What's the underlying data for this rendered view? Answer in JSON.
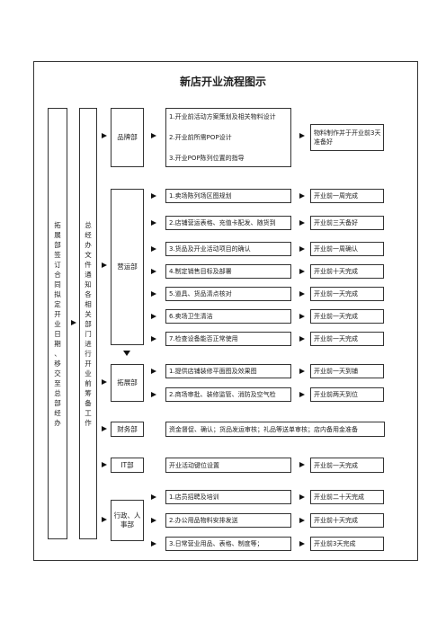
{
  "title": "新店开业流程图示",
  "left_col_1": "拓展部签订合同拟定开业日期、移交至总部经办",
  "left_col_2": "总经办文件通知各相关部门进行开业前筹备工作",
  "brand": {
    "dept": "品牌部",
    "tasks": [
      "1.开业前活动方案策划及相关物料设计",
      "2.开业前所需POP设计",
      "3.开业POP陈列位置的指导"
    ],
    "result": "物料制作并于开业前3天准备好"
  },
  "ops": {
    "dept": "营运部",
    "rows": [
      {
        "task": "1.卖场陈列场区图规划",
        "result": "开业前一周完成"
      },
      {
        "task": "2.店铺营运表格、充值卡配发、随货到",
        "result": "开业前三天备好"
      },
      {
        "task": "3.货品及开业活动项目的确认",
        "result": "开业前一周确认"
      },
      {
        "task": "4.制定销售目标及部署",
        "result": "开业前十天完成"
      },
      {
        "task": "5.道具、货品清点核对",
        "result": "开业前一天完成"
      },
      {
        "task": "6.卖场卫生清洁",
        "result": "开业前一天完成"
      },
      {
        "task": "7.检查设备能否正常使用",
        "result": "开业前一天完成"
      }
    ]
  },
  "expand": {
    "dept": "拓展部",
    "rows": [
      {
        "task": "1.提供店铺装修平面图及效果图",
        "result": "开业前一天到铺"
      },
      {
        "task": "2.商场审批、装修监管、消防及空气检",
        "result": "开业前两天到位"
      }
    ]
  },
  "finance": {
    "dept": "财务部",
    "task": "资金督促、确认；货品发运审核；礼品等送单审核；店内备用金准备"
  },
  "it": {
    "dept": "IT部",
    "task": "开业活动键位设置",
    "result": "开业前一天完成"
  },
  "admin": {
    "dept": "行政、人事部",
    "rows": [
      {
        "task": "1.店员招聘及培训",
        "result": "开业前二十天完成"
      },
      {
        "task": "2.办公用品物料安排发送",
        "result": "开业前十天完成"
      },
      {
        "task": "3.日常营业用品、表格、制度等；",
        "result": "开业前3天完成"
      }
    ]
  }
}
